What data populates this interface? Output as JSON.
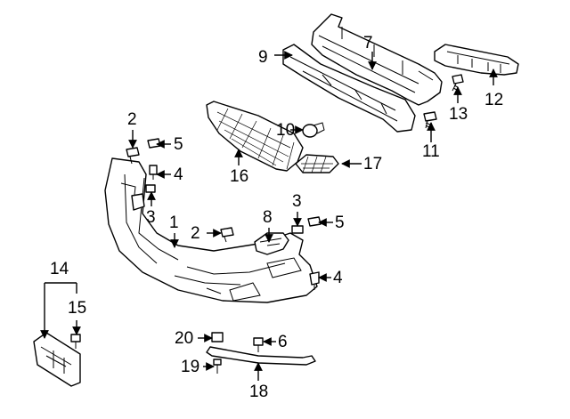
{
  "callouts": [
    {
      "id": "c1",
      "label": "1"
    },
    {
      "id": "c2a",
      "label": "2"
    },
    {
      "id": "c2b",
      "label": "2"
    },
    {
      "id": "c3a",
      "label": "3"
    },
    {
      "id": "c3b",
      "label": "3"
    },
    {
      "id": "c4a",
      "label": "4"
    },
    {
      "id": "c4b",
      "label": "4"
    },
    {
      "id": "c5a",
      "label": "5"
    },
    {
      "id": "c5b",
      "label": "5"
    },
    {
      "id": "c6",
      "label": "6"
    },
    {
      "id": "c7",
      "label": "7"
    },
    {
      "id": "c8",
      "label": "8"
    },
    {
      "id": "c9",
      "label": "9"
    },
    {
      "id": "c10",
      "label": "10"
    },
    {
      "id": "c11",
      "label": "11"
    },
    {
      "id": "c12",
      "label": "12"
    },
    {
      "id": "c13",
      "label": "13"
    },
    {
      "id": "c14",
      "label": "14"
    },
    {
      "id": "c15",
      "label": "15"
    },
    {
      "id": "c16",
      "label": "16"
    },
    {
      "id": "c17",
      "label": "17"
    },
    {
      "id": "c18",
      "label": "18"
    },
    {
      "id": "c19",
      "label": "19"
    },
    {
      "id": "c20",
      "label": "20"
    }
  ],
  "colors": {
    "line": "#000000",
    "background": "#ffffff"
  }
}
